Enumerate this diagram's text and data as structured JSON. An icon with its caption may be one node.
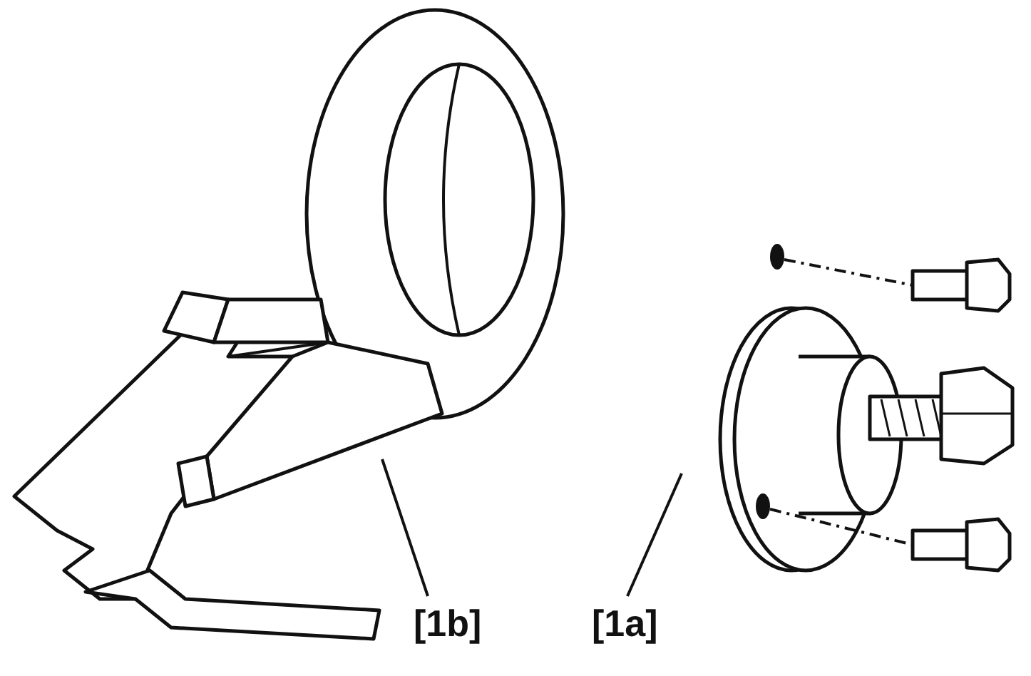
{
  "diagram": {
    "nodes": [
      {
        "text": [],
        "shape": "picture"
      },
      {
        "text": [
          "[1b]"
        ]
      },
      {
        "text": [],
        "shape": "picture"
      },
      {
        "text": [
          "[1a]"
        ]
      }
    ],
    "edges": [
      {
        "from": 1,
        "to": 0,
        "arrow": "none"
      },
      {
        "from": 3,
        "to": 2,
        "arrow": "none"
      }
    ]
  }
}
